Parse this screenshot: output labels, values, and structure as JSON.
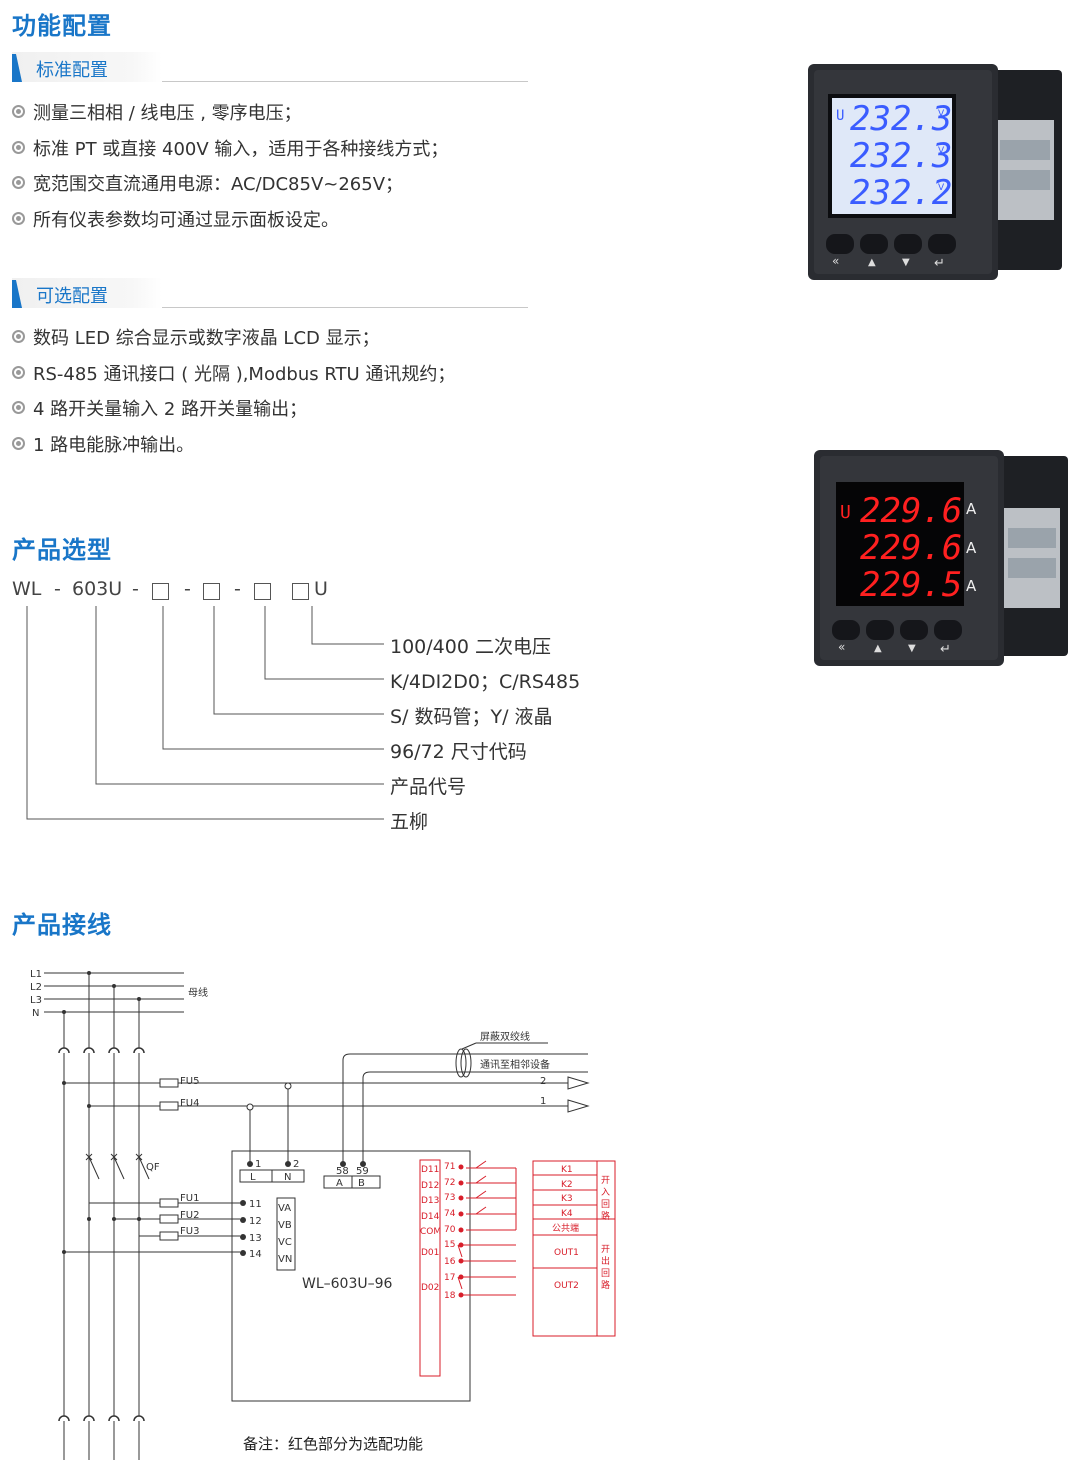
{
  "sections": {
    "features": {
      "title": "功能配置",
      "standard": {
        "heading": "标准配置",
        "items": [
          "测量三相相 / 线电压 , 零序电压；",
          "标准 PT 或直接 400V 输入，适用于各种接线方式；",
          "宽范围交直流通用电源：AC/DC85V~265V；",
          "所有仪表参数均可通过显示面板设定。"
        ]
      },
      "optional": {
        "heading": "可选配置",
        "items": [
          "数码 LED 综合显示或数字液晶 LCD 显示；",
          "RS-485 通讯接口 ( 光隔 ),Modbus RTU 通讯规约；",
          "4 路开关量输入 2 路开关量输出；",
          "1 路电能脉冲输出。"
        ]
      }
    },
    "selection": {
      "title": "产品选型",
      "model": {
        "prefix": "WL",
        "dash": "-",
        "code": "603U",
        "suffix": "U"
      },
      "labels": [
        "100/400 二次电压",
        "K/4DI2D0；C/RS485",
        "S/ 数码管；Y/ 液晶",
        "96/72 尺寸代码",
        "产品代号",
        "五柳"
      ]
    },
    "wiring": {
      "title": "产品接线",
      "bus_lines": [
        "L1",
        "L2",
        "L3",
        "N"
      ],
      "bus_label": "母线",
      "shield_label": "屏蔽双绞线",
      "comm_label": "通讯至相邻设备",
      "comm_ports": [
        "2",
        "1"
      ],
      "fuses": [
        "FU5",
        "FU4",
        "FU1",
        "FU2",
        "FU3"
      ],
      "breaker": "QF",
      "power_terms": [
        "1",
        "2"
      ],
      "power_labels": [
        "L",
        "N"
      ],
      "comm_terms": [
        "58",
        "59"
      ],
      "comm_labels": [
        "A",
        "B"
      ],
      "voltage_terms": [
        "11",
        "12",
        "13",
        "14"
      ],
      "voltage_labels": [
        "VA",
        "VB",
        "VC",
        "VN"
      ],
      "device_name": "WL–603U–96",
      "di_labels": [
        "D11",
        "D12",
        "D13",
        "D14",
        "COM",
        "D01",
        "D02"
      ],
      "io_terms": [
        "71",
        "72",
        "73",
        "74",
        "70",
        "15",
        "16",
        "17",
        "18"
      ],
      "inputs": [
        "K1",
        "K2",
        "K3",
        "K4",
        "公共端"
      ],
      "outputs": [
        "OUT1",
        "OUT2"
      ],
      "in_group_label": [
        "开",
        "入",
        "回",
        "路"
      ],
      "out_group_label": [
        "开",
        "出",
        "回",
        "路"
      ],
      "note": "备注：红色部分为选配功能"
    }
  },
  "meters": {
    "lcd": {
      "symbol": "U",
      "values": [
        "232.3",
        "232.3",
        "232.2"
      ],
      "unit": "V",
      "color": "#3a5cff"
    },
    "led": {
      "symbol": "U",
      "values": [
        "229.6",
        "229.6",
        "229.5"
      ],
      "unit": "A",
      "color": "#ff2020"
    },
    "buttons": [
      "«",
      "▲",
      "▼",
      "↵"
    ]
  },
  "colors": {
    "accent": "#1976c8",
    "optional": "#d81e2a"
  }
}
